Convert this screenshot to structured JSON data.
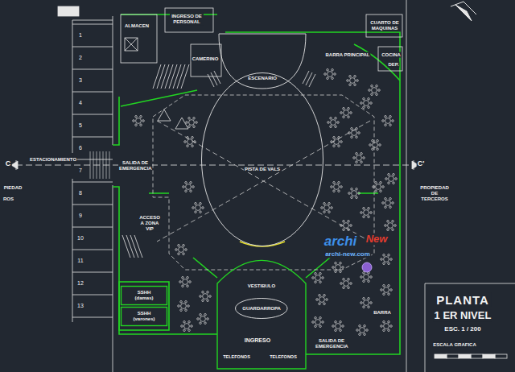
{
  "diagram": {
    "title": "PLANTA",
    "nodes": [
      {
        "text": [
          "ESCENARIO"
        ]
      },
      {
        "text": [
          "PISTA DE VALS"
        ]
      },
      {
        "text": [
          "VESTIBULO"
        ]
      },
      {
        "text": [
          "GUARDARROPA"
        ],
        "in": 2
      },
      {
        "text": [
          "SSHH (damas)"
        ]
      },
      {
        "text": [
          "SSHH (varones)"
        ]
      }
    ],
    "labels": [
      "ALMACEN",
      "INGRESO DE PERSONAL",
      "CUARTO DE MAQUINAS",
      "BARRA PRINCIPAL",
      "COCINA",
      "DEP.",
      "CAMERINO",
      "ESTACIONAMIENTO",
      "SALIDA DE EMERGENCIA",
      "C",
      "PIEDAD",
      "ROS",
      "C'",
      "PROPIEDAD DE TERCEROS",
      "ACCESO A ZONA VIP",
      "SALIDA DE EMERGENCIA",
      "INGRESO",
      "TELEFONOS",
      "TELEFONOS",
      "BARRA",
      "1 ER NIVEL",
      "ESC. 1 / 200",
      "ESCALA GRAFICA",
      "1",
      "2",
      "3",
      "4",
      "5",
      "6",
      "7",
      "8",
      "9",
      "10",
      "11",
      "12",
      "13",
      "archi",
      "New",
      "archi-new.com"
    ]
  }
}
